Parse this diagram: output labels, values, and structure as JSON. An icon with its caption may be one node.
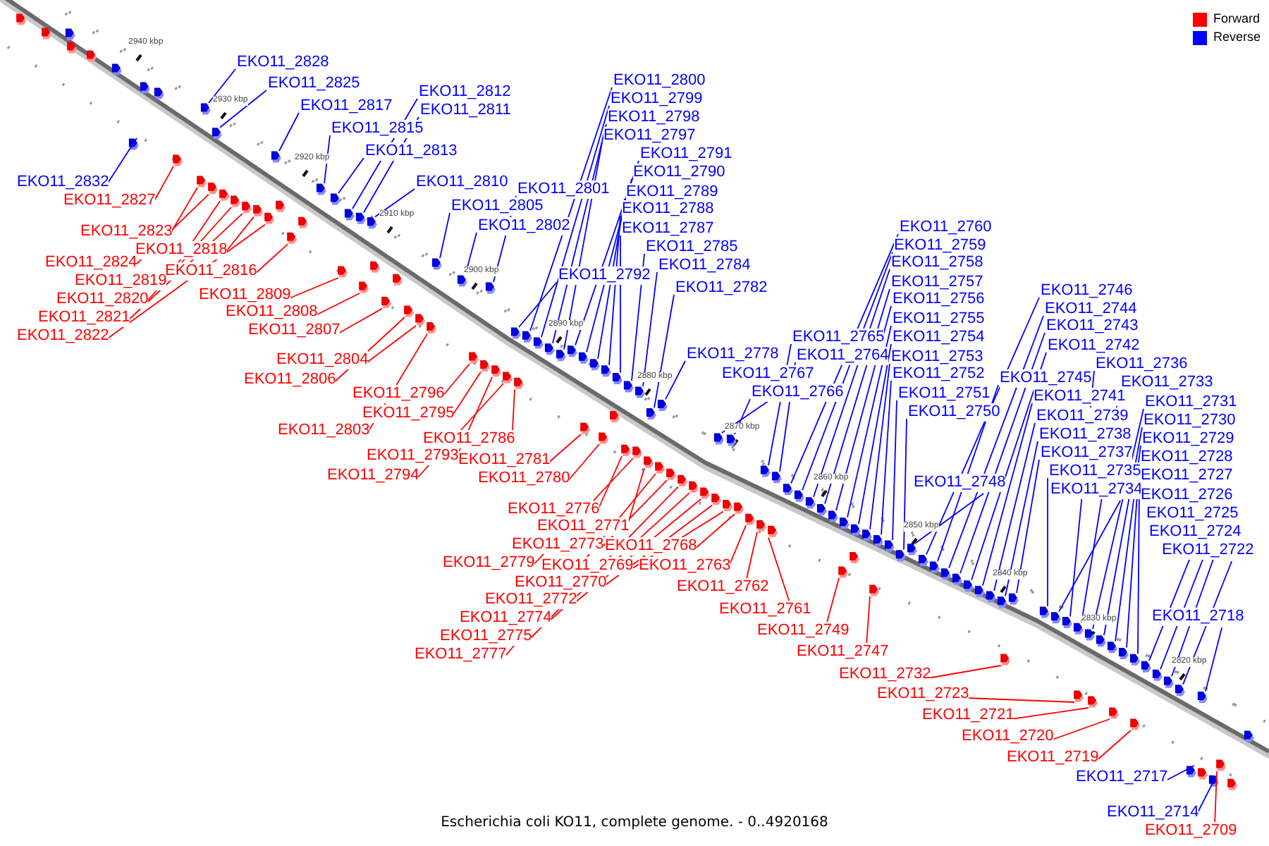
{
  "diagram": {
    "caption": "Escherichia coli KO11, complete genome. - 0..4920168",
    "nodes": [
      {
        "text": [
          "EKO11_2828"
        ]
      },
      {
        "text": [
          "EKO11_2800"
        ]
      },
      {
        "text": [
          "EKO11_2825"
        ]
      },
      {
        "text": [
          "EKO11_2812"
        ]
      },
      {
        "text": [
          "EKO11_2799"
        ]
      },
      {
        "text": [
          "EKO11_2817"
        ]
      },
      {
        "text": [
          "EKO11_2811"
        ]
      },
      {
        "text": [
          "EKO11_2798"
        ]
      },
      {
        "text": [
          "EKO11_2815"
        ]
      },
      {
        "text": [
          "EKO11_2797"
        ]
      },
      {
        "text": [
          "EKO11_2813"
        ]
      },
      {
        "text": [
          "EKO11_2791"
        ]
      },
      {
        "text": [
          "EKO11_2790"
        ]
      },
      {
        "text": [
          "EKO11_2832"
        ]
      },
      {
        "text": [
          "EKO11_2810"
        ]
      },
      {
        "text": [
          "EKO11_2801"
        ]
      },
      {
        "text": [
          "EKO11_2789"
        ]
      },
      {
        "text": [
          "EKO11_2827"
        ]
      },
      {
        "text": [
          "EKO11_2805"
        ]
      },
      {
        "text": [
          "EKO11_2788"
        ]
      },
      {
        "text": [
          "EKO11_2802"
        ]
      },
      {
        "text": [
          "EKO11_2760"
        ]
      },
      {
        "text": [
          "EKO11_2787"
        ]
      },
      {
        "text": [
          "EKO11_2823"
        ]
      },
      {
        "text": [
          "EKO11_2759"
        ]
      },
      {
        "text": [
          "EKO11_2785"
        ]
      },
      {
        "text": [
          "EKO11_2818"
        ]
      },
      {
        "text": [
          "EKO11_2824"
        ]
      },
      {
        "text": [
          "EKO11_2758"
        ]
      },
      {
        "text": [
          "EKO11_2784"
        ]
      },
      {
        "text": [
          "EKO11_2816"
        ]
      },
      {
        "text": [
          "EKO11_2792"
        ]
      },
      {
        "text": [
          "EKO11_2819"
        ]
      },
      {
        "text": [
          "EKO11_2757"
        ]
      },
      {
        "text": [
          "EKO11_2782"
        ]
      },
      {
        "text": [
          "EKO11_2746"
        ]
      },
      {
        "text": [
          "EKO11_2809"
        ]
      },
      {
        "text": [
          "EKO11_2820"
        ]
      },
      {
        "text": [
          "EKO11_2756"
        ]
      },
      {
        "text": [
          "EKO11_2744"
        ]
      },
      {
        "text": [
          "EKO11_2808"
        ]
      },
      {
        "text": [
          "EKO11_2821"
        ]
      },
      {
        "text": [
          "EKO11_2755"
        ]
      },
      {
        "text": [
          "EKO11_2743"
        ]
      },
      {
        "text": [
          "EKO11_2807"
        ]
      },
      {
        "text": [
          "EKO11_2822"
        ]
      },
      {
        "text": [
          "EKO11_2765"
        ]
      },
      {
        "text": [
          "EKO11_2754"
        ]
      },
      {
        "text": [
          "EKO11_2742"
        ]
      },
      {
        "text": [
          "EKO11_2778"
        ]
      },
      {
        "text": [
          "EKO11_2764"
        ]
      },
      {
        "text": [
          "EKO11_2753"
        ]
      },
      {
        "text": [
          "EKO11_2804"
        ]
      },
      {
        "text": [
          "EKO11_2736"
        ]
      },
      {
        "text": [
          "EKO11_2767"
        ]
      },
      {
        "text": [
          "EKO11_2752"
        ]
      },
      {
        "text": [
          "EKO11_2745"
        ]
      },
      {
        "text": [
          "EKO11_2806"
        ]
      },
      {
        "text": [
          "EKO11_2733"
        ]
      },
      {
        "text": [
          "EKO11_2766"
        ]
      },
      {
        "text": [
          "EKO11_2796"
        ]
      },
      {
        "text": [
          "EKO11_2751"
        ]
      },
      {
        "text": [
          "EKO11_2741"
        ]
      },
      {
        "text": [
          "EKO11_2731"
        ]
      },
      {
        "text": [
          "EKO11_2750"
        ]
      },
      {
        "text": [
          "EKO11_2795"
        ]
      },
      {
        "text": [
          "EKO11_2739"
        ]
      },
      {
        "text": [
          "EKO11_2730"
        ]
      },
      {
        "text": [
          "EKO11_2803"
        ]
      },
      {
        "text": [
          "EKO11_2738"
        ]
      },
      {
        "text": [
          "EKO11_2786"
        ]
      },
      {
        "text": [
          "EKO11_2729"
        ]
      },
      {
        "text": [
          "EKO11_2737"
        ]
      },
      {
        "text": [
          "EKO11_2793"
        ]
      },
      {
        "text": [
          "EKO11_2728"
        ]
      },
      {
        "text": [
          "EKO11_2781"
        ]
      },
      {
        "text": [
          "EKO11_2735"
        ]
      },
      {
        "text": [
          "EKO11_2794"
        ]
      },
      {
        "text": [
          "EKO11_2727"
        ]
      },
      {
        "text": [
          "EKO11_2780"
        ]
      },
      {
        "text": [
          "EKO11_2748"
        ]
      },
      {
        "text": [
          "EKO11_2734"
        ]
      },
      {
        "text": [
          "EKO11_2726"
        ]
      },
      {
        "text": [
          "EKO11_2776"
        ]
      },
      {
        "text": [
          "EKO11_2725"
        ]
      },
      {
        "text": [
          "EKO11_2771"
        ]
      },
      {
        "text": [
          "EKO11_2724"
        ]
      },
      {
        "text": [
          "EKO11_2773"
        ]
      },
      {
        "text": [
          "EKO11_2768"
        ]
      },
      {
        "text": [
          "EKO11_2722"
        ]
      },
      {
        "text": [
          "EKO11_2779"
        ]
      },
      {
        "text": [
          "EKO11_2769"
        ]
      },
      {
        "text": [
          "EKO11_2763"
        ]
      },
      {
        "text": [
          "EKO11_2770"
        ]
      },
      {
        "text": [
          "EKO11_2762"
        ]
      },
      {
        "text": [
          "EKO11_2772"
        ]
      },
      {
        "text": [
          "EKO11_2761"
        ]
      },
      {
        "text": [
          "EKO11_2718"
        ]
      },
      {
        "text": [
          "EKO11_2774"
        ]
      },
      {
        "text": [
          "EKO11_2749"
        ]
      },
      {
        "text": [
          "EKO11_2775"
        ]
      },
      {
        "text": [
          "EKO11_2747"
        ]
      },
      {
        "text": [
          "EKO11_2777"
        ]
      },
      {
        "text": [
          "EKO11_2732"
        ]
      },
      {
        "text": [
          "EKO11_2723"
        ]
      },
      {
        "text": [
          "EKO11_2721"
        ]
      },
      {
        "text": [
          "EKO11_2720"
        ]
      },
      {
        "text": [
          "EKO11_2719"
        ]
      },
      {
        "text": [
          "EKO11_2717"
        ]
      },
      {
        "text": [
          "EKO11_2714"
        ]
      },
      {
        "text": [
          "EKO11_2709"
        ]
      },
      {
        "text": [],
        "shape": "arrow"
      },
      {
        "text": [],
        "shape": "arrow"
      },
      {
        "text": [],
        "shape": "arrow"
      },
      {
        "text": [],
        "shape": "arrow"
      },
      {
        "text": [],
        "shape": "arrow"
      },
      {
        "text": [],
        "shape": "arrow"
      },
      {
        "text": [],
        "shape": "arrow"
      },
      {
        "text": [],
        "shape": "arrow"
      },
      {
        "text": [],
        "shape": "arrow"
      },
      {
        "text": [],
        "shape": "arrow"
      },
      {
        "text": [],
        "shape": "arrow"
      },
      {
        "text": [],
        "shape": "arrow"
      },
      {
        "text": [],
        "shape": "arrow"
      },
      {
        "text": [],
        "shape": "arrow"
      },
      {
        "text": [],
        "shape": "arrow"
      },
      {
        "text": [],
        "shape": "arrow"
      },
      {
        "text": [],
        "shape": "arrow"
      },
      {
        "text": [],
        "shape": "arrow"
      },
      {
        "text": [],
        "shape": "arrow"
      },
      {
        "text": [],
        "shape": "arrow"
      },
      {
        "text": [],
        "shape": "arrow"
      },
      {
        "text": [],
        "shape": "arrow"
      },
      {
        "text": [],
        "shape": "arrow"
      },
      {
        "text": [],
        "shape": "arrow"
      },
      {
        "text": [],
        "shape": "arrow"
      },
      {
        "text": [],
        "shape": "arrow"
      },
      {
        "text": [],
        "shape": "arrow"
      },
      {
        "text": [],
        "shape": "arrow"
      },
      {
        "text": [],
        "shape": "arrow"
      },
      {
        "text": [],
        "shape": "arrow"
      },
      {
        "text": [],
        "shape": "arrow"
      },
      {
        "text": [],
        "shape": "arrow"
      },
      {
        "text": [],
        "shape": "arrow"
      },
      {
        "text": [],
        "shape": "arrow"
      },
      {
        "text": [],
        "shape": "arrow"
      },
      {
        "text": [],
        "shape": "arrow"
      },
      {
        "text": [],
        "shape": "arrow"
      },
      {
        "text": [],
        "shape": "arrow"
      },
      {
        "text": [],
        "shape": "arrow"
      },
      {
        "text": [],
        "shape": "arrow"
      },
      {
        "text": [],
        "shape": "arrow"
      },
      {
        "text": [],
        "shape": "arrow"
      },
      {
        "text": [],
        "shape": "arrow"
      },
      {
        "text": [],
        "shape": "arrow"
      },
      {
        "text": [],
        "shape": "arrow"
      },
      {
        "text": [],
        "shape": "arrow"
      },
      {
        "text": [],
        "shape": "arrow"
      },
      {
        "text": [],
        "shape": "arrow"
      },
      {
        "text": [],
        "shape": "arrow"
      },
      {
        "text": [],
        "shape": "arrow"
      },
      {
        "text": [],
        "shape": "arrow"
      },
      {
        "text": [],
        "shape": "arrow"
      },
      {
        "text": [],
        "shape": "arrow"
      },
      {
        "text": [],
        "shape": "arrow"
      },
      {
        "text": [],
        "shape": "arrow"
      },
      {
        "text": [],
        "shape": "arrow"
      },
      {
        "text": [],
        "shape": "arrow"
      },
      {
        "text": [],
        "shape": "arrow"
      },
      {
        "text": [],
        "shape": "arrow"
      },
      {
        "text": [],
        "shape": "arrow"
      },
      {
        "text": [],
        "shape": "arrow"
      },
      {
        "text": [],
        "shape": "arrow"
      },
      {
        "text": [],
        "shape": "arrow"
      },
      {
        "text": [],
        "shape": "arrow"
      },
      {
        "text": [],
        "shape": "arrow"
      },
      {
        "text": [],
        "shape": "arrow"
      },
      {
        "text": [],
        "shape": "arrow"
      },
      {
        "text": [],
        "shape": "arrow"
      },
      {
        "text": [],
        "shape": "arrow"
      },
      {
        "text": [],
        "shape": "arrow"
      },
      {
        "text": [],
        "shape": "arrow"
      },
      {
        "text": [],
        "shape": "arrow"
      },
      {
        "text": [],
        "shape": "arrow"
      },
      {
        "text": [],
        "shape": "arrow"
      },
      {
        "text": [],
        "shape": "arrow"
      },
      {
        "text": [],
        "shape": "arrow"
      },
      {
        "text": [],
        "shape": "arrow"
      },
      {
        "text": [],
        "shape": "arrow"
      },
      {
        "text": [],
        "shape": "arrow"
      },
      {
        "text": [],
        "shape": "arrow"
      },
      {
        "text": [],
        "shape": "arrow"
      },
      {
        "text": [],
        "shape": "arrow"
      },
      {
        "text": [],
        "shape": "arrow"
      },
      {
        "text": [],
        "shape": "arrow"
      },
      {
        "text": [],
        "shape": "arrow"
      },
      {
        "text": [],
        "shape": "arrow"
      },
      {
        "text": [],
        "shape": "arrow"
      },
      {
        "text": [],
        "shape": "arrow"
      },
      {
        "text": [],
        "shape": "arrow"
      },
      {
        "text": [],
        "shape": "arrow"
      },
      {
        "text": [],
        "shape": "arrow"
      },
      {
        "text": [],
        "shape": "arrow"
      },
      {
        "text": [],
        "shape": "arrow"
      },
      {
        "text": [],
        "shape": "arrow"
      },
      {
        "text": [],
        "shape": "arrow"
      },
      {
        "text": [],
        "shape": "arrow"
      },
      {
        "text": [],
        "shape": "arrow"
      },
      {
        "text": [],
        "shape": "arrow"
      },
      {
        "text": [],
        "shape": "arrow"
      },
      {
        "text": [],
        "shape": "arrow"
      },
      {
        "text": [],
        "shape": "arrow"
      },
      {
        "text": [],
        "shape": "arrow"
      },
      {
        "text": [],
        "shape": "arrow"
      },
      {
        "text": [],
        "shape": "arrow"
      },
      {
        "text": [],
        "shape": "arrow"
      },
      {
        "text": [],
        "shape": "arrow"
      },
      {
        "text": [],
        "shape": "arrow"
      },
      {
        "text": [],
        "shape": "arrow"
      },
      {
        "text": [],
        "shape": "arrow"
      },
      {
        "text": [],
        "shape": "arrow"
      },
      {
        "text": [],
        "shape": "arrow"
      },
      {
        "text": [],
        "shape": "arrow"
      },
      {
        "text": [],
        "shape": "arrow"
      },
      {
        "text": [],
        "shape": "arrow"
      },
      {
        "text": [],
        "shape": "arrow"
      },
      {
        "text": [],
        "shape": "arrow"
      },
      {
        "text": [],
        "shape": "arrow"
      },
      {
        "text": [],
        "shape": "arrow"
      },
      {
        "text": [],
        "shape": "arrow"
      },
      {
        "text": [],
        "shape": "arrow"
      },
      {
        "text": [],
        "shape": "arrow"
      },
      {
        "text": [],
        "shape": "arrow"
      },
      {
        "text": [],
        "shape": "arrow"
      },
      {
        "text": [],
        "shape": "arrow"
      },
      {
        "text": [],
        "shape": "arrow"
      },
      {
        "text": [],
        "shape": "arrow"
      },
      {
        "text": [],
        "shape": "arrow"
      },
      {
        "text": [],
        "shape": "arrow"
      }
    ],
    "edges": [
      {
        "from": 0,
        "to": 111,
        "arrow": "none"
      },
      {
        "from": 1,
        "to": 112,
        "arrow": "none"
      },
      {
        "from": 2,
        "to": 113,
        "arrow": "none"
      },
      {
        "from": 3,
        "to": 114,
        "arrow": "none"
      },
      {
        "from": 4,
        "to": 115,
        "arrow": "none"
      },
      {
        "from": 5,
        "to": 116,
        "arrow": "none"
      },
      {
        "from": 6,
        "to": 117,
        "arrow": "none"
      },
      {
        "from": 7,
        "to": 118,
        "arrow": "none"
      },
      {
        "from": 8,
        "to": 119,
        "arrow": "none"
      },
      {
        "from": 9,
        "to": 120,
        "arrow": "none"
      },
      {
        "from": 10,
        "to": 121,
        "arrow": "none"
      },
      {
        "from": 11,
        "to": 122,
        "arrow": "none"
      },
      {
        "from": 12,
        "to": 123,
        "arrow": "none"
      },
      {
        "from": 13,
        "to": 124,
        "arrow": "none"
      },
      {
        "from": 14,
        "to": 125,
        "arrow": "none"
      },
      {
        "from": 15,
        "to": 126,
        "arrow": "none"
      },
      {
        "from": 16,
        "to": 127,
        "arrow": "none"
      },
      {
        "from": 17,
        "to": 128,
        "arrow": "none",
        "color": "#ff0000"
      },
      {
        "from": 18,
        "to": 129,
        "arrow": "none"
      },
      {
        "from": 19,
        "to": 130,
        "arrow": "none"
      },
      {
        "from": 20,
        "to": 131,
        "arrow": "none"
      },
      {
        "from": 21,
        "to": 132,
        "arrow": "none"
      },
      {
        "from": 22,
        "to": 133,
        "arrow": "none"
      },
      {
        "from": 23,
        "to": 134,
        "arrow": "none",
        "color": "#ff0000"
      },
      {
        "from": 24,
        "to": 135,
        "arrow": "none"
      },
      {
        "from": 25,
        "to": 136,
        "arrow": "none"
      },
      {
        "from": 26,
        "to": 137,
        "arrow": "none",
        "color": "#ff0000"
      },
      {
        "from": 27,
        "to": 138,
        "arrow": "none",
        "color": "#ff0000"
      },
      {
        "from": 28,
        "to": 139,
        "arrow": "none"
      },
      {
        "from": 29,
        "to": 140,
        "arrow": "none"
      },
      {
        "from": 30,
        "to": 141,
        "arrow": "none",
        "color": "#ff0000"
      },
      {
        "from": 31,
        "to": 142,
        "arrow": "none"
      },
      {
        "from": 32,
        "to": 143,
        "arrow": "none",
        "color": "#ff0000"
      },
      {
        "from": 33,
        "to": 144,
        "arrow": "none"
      },
      {
        "from": 34,
        "to": 145,
        "arrow": "none"
      },
      {
        "from": 35,
        "to": 146,
        "arrow": "none"
      },
      {
        "from": 36,
        "to": 147,
        "arrow": "none",
        "color": "#ff0000"
      },
      {
        "from": 37,
        "to": 148,
        "arrow": "none",
        "color": "#ff0000"
      },
      {
        "from": 38,
        "to": 149,
        "arrow": "none"
      },
      {
        "from": 39,
        "to": 150,
        "arrow": "none"
      },
      {
        "from": 40,
        "to": 151,
        "arrow": "none",
        "color": "#ff0000"
      },
      {
        "from": 41,
        "to": 152,
        "arrow": "none",
        "color": "#ff0000"
      },
      {
        "from": 42,
        "to": 153,
        "arrow": "none"
      },
      {
        "from": 43,
        "to": 154,
        "arrow": "none"
      },
      {
        "from": 44,
        "to": 155,
        "arrow": "none",
        "color": "#ff0000"
      },
      {
        "from": 45,
        "to": 156,
        "arrow": "none",
        "color": "#ff0000"
      },
      {
        "from": 46,
        "to": 157,
        "arrow": "none"
      },
      {
        "from": 47,
        "to": 158,
        "arrow": "none"
      },
      {
        "from": 48,
        "to": 159,
        "arrow": "none"
      },
      {
        "from": 49,
        "to": 160,
        "arrow": "none"
      },
      {
        "from": 50,
        "to": 161,
        "arrow": "none"
      },
      {
        "from": 51,
        "to": 162,
        "arrow": "none"
      },
      {
        "from": 52,
        "to": 163,
        "arrow": "none",
        "color": "#ff0000"
      },
      {
        "from": 53,
        "to": 164,
        "arrow": "none"
      },
      {
        "from": 54,
        "to": 165,
        "arrow": "none"
      },
      {
        "from": 55,
        "to": 166,
        "arrow": "none"
      },
      {
        "from": 56,
        "to": 167,
        "arrow": "none"
      },
      {
        "from": 57,
        "to": 168,
        "arrow": "none",
        "color": "#ff0000"
      },
      {
        "from": 58,
        "to": 169,
        "arrow": "none"
      },
      {
        "from": 59,
        "to": 170,
        "arrow": "none"
      },
      {
        "from": 60,
        "to": 171,
        "arrow": "none",
        "color": "#ff0000"
      },
      {
        "from": 61,
        "to": 172,
        "arrow": "none"
      },
      {
        "from": 62,
        "to": 173,
        "arrow": "none"
      },
      {
        "from": 63,
        "to": 174,
        "arrow": "none"
      },
      {
        "from": 64,
        "to": 175,
        "arrow": "none"
      },
      {
        "from": 65,
        "to": 176,
        "arrow": "none",
        "color": "#ff0000"
      },
      {
        "from": 66,
        "to": 177,
        "arrow": "none"
      },
      {
        "from": 67,
        "to": 178,
        "arrow": "none"
      },
      {
        "from": 68,
        "to": 179,
        "arrow": "none",
        "color": "#ff0000"
      },
      {
        "from": 69,
        "to": 180,
        "arrow": "none"
      },
      {
        "from": 70,
        "to": 181,
        "arrow": "none",
        "color": "#ff0000"
      },
      {
        "from": 71,
        "to": 182,
        "arrow": "none"
      },
      {
        "from": 72,
        "to": 183,
        "arrow": "none"
      },
      {
        "from": 73,
        "to": 184,
        "arrow": "none",
        "color": "#ff0000"
      },
      {
        "from": 74,
        "to": 185,
        "arrow": "none"
      },
      {
        "from": 75,
        "to": 186,
        "arrow": "none",
        "color": "#ff0000"
      },
      {
        "from": 76,
        "to": 187,
        "arrow": "none"
      },
      {
        "from": 77,
        "to": 188,
        "arrow": "none",
        "color": "#ff0000"
      },
      {
        "from": 78,
        "to": 189,
        "arrow": "none"
      },
      {
        "from": 79,
        "to": 190,
        "arrow": "none",
        "color": "#ff0000"
      },
      {
        "from": 80,
        "to": 191,
        "arrow": "none"
      },
      {
        "from": 81,
        "to": 192,
        "arrow": "none"
      },
      {
        "from": 82,
        "to": 193,
        "arrow": "none"
      },
      {
        "from": 83,
        "to": 194,
        "arrow": "none",
        "color": "#ff0000"
      },
      {
        "from": 84,
        "to": 195,
        "arrow": "none"
      },
      {
        "from": 85,
        "to": 196,
        "arrow": "none",
        "color": "#ff0000"
      },
      {
        "from": 86,
        "to": 197,
        "arrow": "none"
      },
      {
        "from": 87,
        "to": 198,
        "arrow": "none",
        "color": "#ff0000"
      },
      {
        "from": 88,
        "to": 199,
        "arrow": "none",
        "color": "#ff0000"
      },
      {
        "from": 89,
        "to": 200,
        "arrow": "none"
      },
      {
        "from": 90,
        "to": 201,
        "arrow": "none",
        "color": "#ff0000"
      },
      {
        "from": 91,
        "to": 202,
        "arrow": "none",
        "color": "#ff0000"
      },
      {
        "from": 92,
        "to": 203,
        "arrow": "none",
        "color": "#ff0000"
      },
      {
        "from": 93,
        "to": 204,
        "arrow": "none",
        "color": "#ff0000"
      },
      {
        "from": 94,
        "to": 205,
        "arrow": "none",
        "color": "#ff0000"
      },
      {
        "from": 95,
        "to": 206,
        "arrow": "none",
        "color": "#ff0000"
      },
      {
        "from": 96,
        "to": 207,
        "arrow": "none",
        "color": "#ff0000"
      },
      {
        "from": 97,
        "to": 208,
        "arrow": "none"
      },
      {
        "from": 98,
        "to": 209,
        "arrow": "none",
        "color": "#ff0000"
      },
      {
        "from": 99,
        "to": 210,
        "arrow": "none",
        "color": "#ff0000"
      },
      {
        "from": 100,
        "to": 211,
        "arrow": "none",
        "color": "#ff0000"
      },
      {
        "from": 101,
        "to": 212,
        "arrow": "none",
        "color": "#ff0000"
      },
      {
        "from": 102,
        "to": 213,
        "arrow": "none",
        "color": "#ff0000"
      },
      {
        "from": 103,
        "to": 214,
        "arrow": "none",
        "color": "#ff0000"
      },
      {
        "from": 104,
        "to": 215,
        "arrow": "none",
        "color": "#ff0000"
      },
      {
        "from": 105,
        "to": 216,
        "arrow": "none",
        "color": "#ff0000"
      },
      {
        "from": 106,
        "to": 217,
        "arrow": "none",
        "color": "#ff0000"
      },
      {
        "from": 107,
        "to": 218,
        "arrow": "none",
        "color": "#ff0000"
      },
      {
        "from": 108,
        "to": 219,
        "arrow": "none"
      },
      {
        "from": 109,
        "to": 220,
        "arrow": "none"
      },
      {
        "from": 110,
        "to": 221,
        "arrow": "none",
        "color": "#ff0000"
      }
    ],
    "labels": [
      "2940 kbp",
      "2930 kbp",
      "2920 kbp",
      "2910 kbp",
      "2900 kbp",
      "2890 kbp",
      "2880 kbp",
      "2870 kbp",
      "2860 kbp",
      "2850 kbp",
      "2840 kbp",
      "2830 kbp",
      "2820 kbp"
    ],
    "legend": [
      {
        "text": "Forward",
        "color": "#ff0000"
      },
      {
        "text": "Reverse",
        "color": "#0000ff"
      }
    ]
  }
}
